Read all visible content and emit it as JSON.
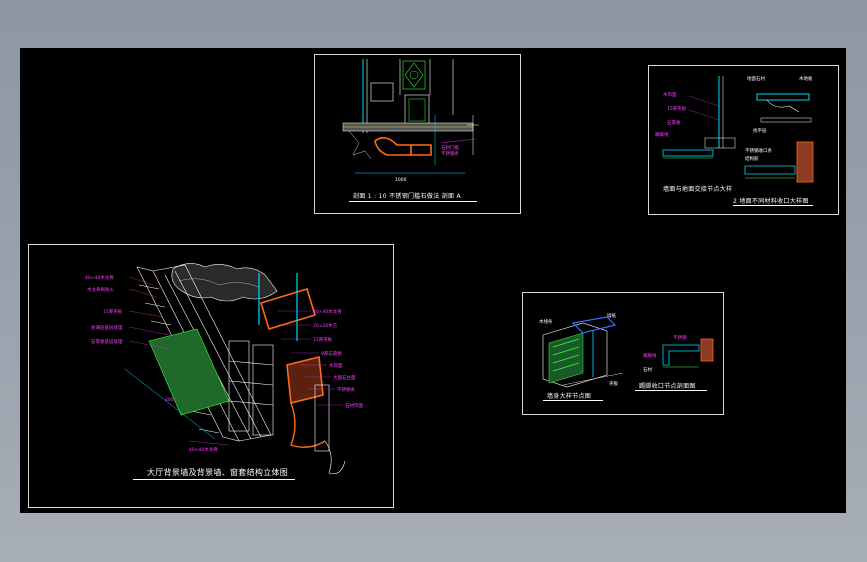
{
  "canvas": {
    "background": "#000000",
    "frame_color": "#d8d8d8"
  },
  "colors": {
    "magenta": "#ff3cff",
    "cyan": "#00d8ff",
    "orange": "#ff6a1a",
    "green": "#33ff33",
    "white": "#ffffff",
    "yellow": "#ffff33"
  },
  "sheets": {
    "top_center": {
      "caption": "剖面 1 : 10 不锈钢门槛石做法   剖面 A"
    },
    "top_right": {
      "caption_left": "墙面与地面交接节点大样",
      "caption_right": "2  地面不同材料收口大样图"
    },
    "mid_right": {
      "caption_left": "墙身大样节点图",
      "caption_right": "踢脚收口节点剖面图"
    },
    "big_left": {
      "caption": "大厅背景墙及背景墙、窗套结构立体图",
      "labels_left": [
        "40×40木龙骨",
        "木龙骨刷防火",
        "15厚夹板",
        "防潮层基层处理",
        "石膏板基层处理"
      ],
      "labels_right": [
        "40×40木龙骨",
        "20×20木方",
        "15厚夹板",
        "9厚石膏板",
        "木饰面",
        "大理石台面",
        "不锈钢条",
        "石材饰面"
      ],
      "label_bottom": "40×40木龙骨"
    }
  }
}
